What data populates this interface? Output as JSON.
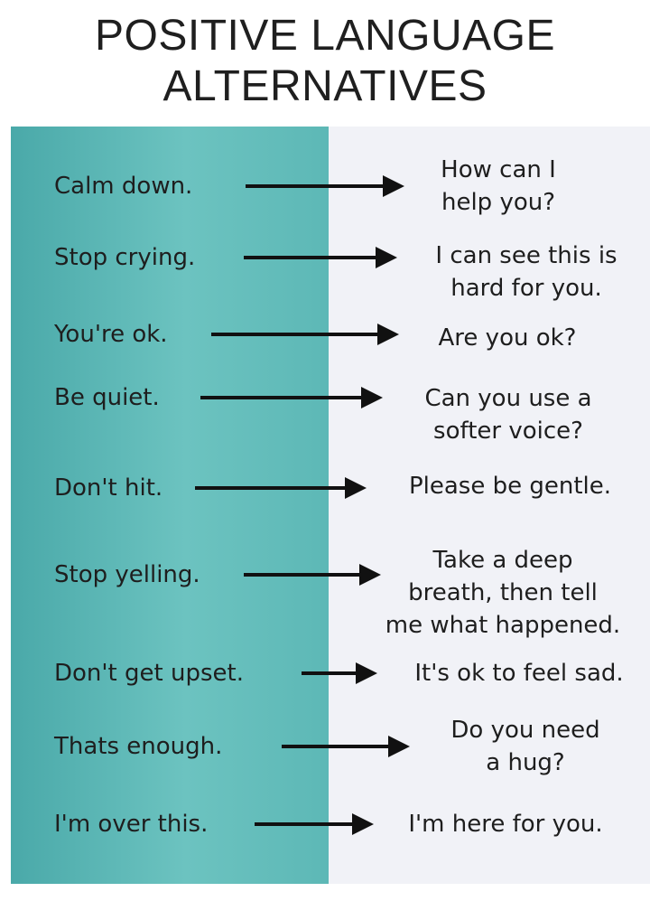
{
  "title": {
    "line1": "POSITIVE LANGUAGE",
    "line2": "ALTERNATIVES"
  },
  "rows": [
    {
      "negative": "Calm down.",
      "positive": [
        "How can I",
        "help you?"
      ]
    },
    {
      "negative": "Stop crying.",
      "positive": [
        "I can see this is",
        "hard for you."
      ]
    },
    {
      "negative": "You're ok.",
      "positive": [
        "Are you ok?"
      ]
    },
    {
      "negative": "Be quiet.",
      "positive": [
        "Can you use a",
        "softer voice?"
      ]
    },
    {
      "negative": "Don't hit.",
      "positive": [
        "Please be gentle."
      ]
    },
    {
      "negative": "Stop yelling.",
      "positive": [
        "Take a deep",
        "breath, then tell",
        "me what happened."
      ]
    },
    {
      "negative": "Don't get upset.",
      "positive": [
        "It's ok to feel sad."
      ]
    },
    {
      "negative": "Thats enough.",
      "positive": [
        "Do you need",
        "a hug?"
      ]
    },
    {
      "negative": "I'm over this.",
      "positive": [
        "I'm here for you."
      ]
    }
  ],
  "colors": {
    "left_panel": "#5fb9b7",
    "right_panel": "#f1f2f7",
    "arrow": "#111111"
  },
  "icons": {
    "arrow": "arrow-right-icon"
  }
}
